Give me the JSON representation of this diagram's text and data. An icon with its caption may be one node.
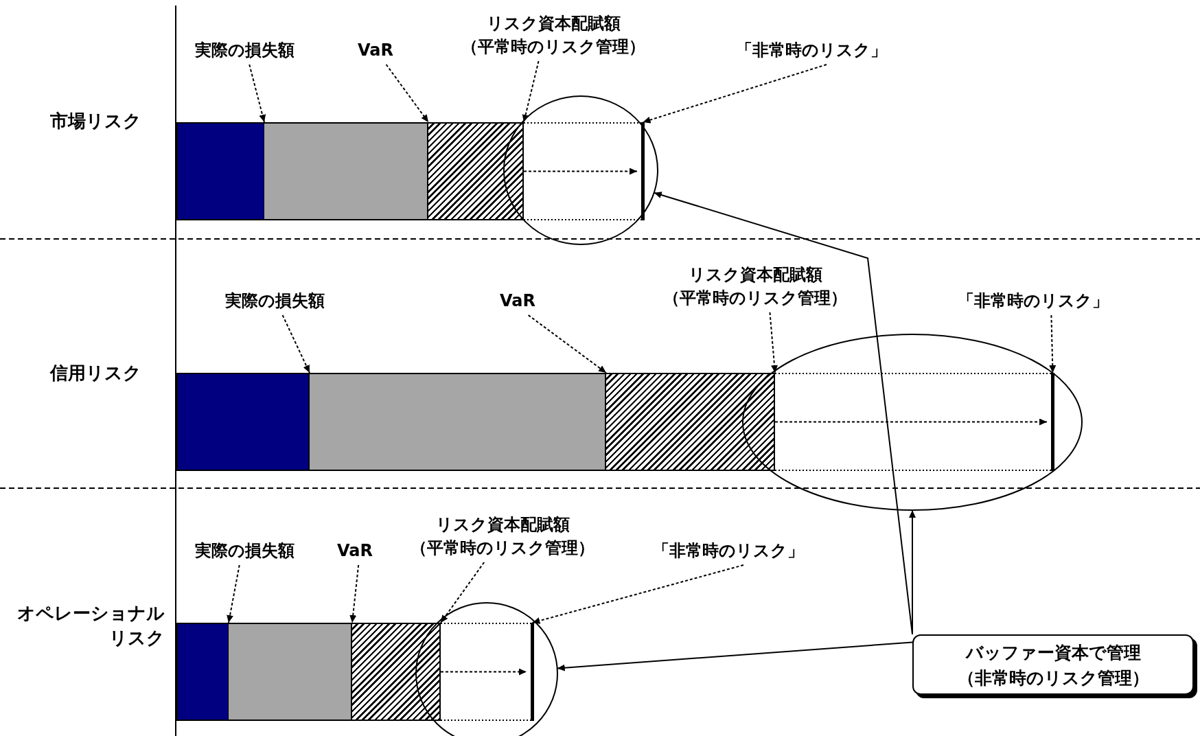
{
  "diagram": {
    "nodes": [
      {
        "text": [
          "実際の損失額"
        ]
      },
      {
        "text": [
          "VaR"
        ]
      },
      {
        "text": [
          "リスク資本配賦額",
          "（平常時のリスク管理）"
        ]
      },
      {
        "text": [
          "「非常時のリスク」"
        ]
      },
      {
        "text": [],
        "shape": "bar"
      },
      {
        "text": [],
        "shape": "bar"
      },
      {
        "text": [],
        "shape": "bar"
      },
      {
        "text": [],
        "shape": "bar",
        "in": 8
      },
      {
        "text": [],
        "shape": "circle"
      },
      {
        "text": [
          "実際の損失額"
        ]
      },
      {
        "text": [
          "VaR"
        ]
      },
      {
        "text": [
          "リスク資本配賦額",
          "（平常時のリスク管理）"
        ]
      },
      {
        "text": [
          "「非常時のリスク」"
        ]
      },
      {
        "text": [],
        "shape": "bar"
      },
      {
        "text": [],
        "shape": "bar"
      },
      {
        "text": [],
        "shape": "bar"
      },
      {
        "text": [],
        "shape": "bar",
        "in": 17
      },
      {
        "text": [],
        "shape": "circle"
      },
      {
        "text": [
          "実際の損失額"
        ]
      },
      {
        "text": [
          "VaR"
        ]
      },
      {
        "text": [
          "リスク資本配賦額",
          "（平常時のリスク管理）"
        ]
      },
      {
        "text": [
          "「非常時のリスク」"
        ]
      },
      {
        "text": [],
        "shape": "bar"
      },
      {
        "text": [],
        "shape": "bar"
      },
      {
        "text": [],
        "shape": "bar"
      },
      {
        "text": [],
        "shape": "bar",
        "in": 26
      },
      {
        "text": [],
        "shape": "circle"
      },
      {
        "text": [
          "バッファー資本で管理",
          "（非常時のリスク管理）"
        ]
      }
    ],
    "edges": [
      {
        "from": 0,
        "to": 4,
        "arrow": "to",
        "style": "dashed"
      },
      {
        "from": 1,
        "to": 5,
        "arrow": "to",
        "style": "dashed"
      },
      {
        "from": 2,
        "to": 6,
        "arrow": "to",
        "style": "dashed"
      },
      {
        "from": 3,
        "to": 7,
        "arrow": "to",
        "style": "dashed"
      },
      {
        "from": 6,
        "to": 7,
        "arrow": "to",
        "style": "dashed"
      },
      {
        "from": 9,
        "to": 13,
        "arrow": "to",
        "style": "dashed"
      },
      {
        "from": 10,
        "to": 14,
        "arrow": "to",
        "style": "dashed"
      },
      {
        "from": 11,
        "to": 15,
        "arrow": "to",
        "style": "dashed"
      },
      {
        "from": 12,
        "to": 16,
        "arrow": "to",
        "style": "dashed"
      },
      {
        "from": 15,
        "to": 16,
        "arrow": "to",
        "style": "dashed"
      },
      {
        "from": 18,
        "to": 22,
        "arrow": "to",
        "style": "dashed"
      },
      {
        "from": 19,
        "to": 23,
        "arrow": "to",
        "style": "dashed"
      },
      {
        "from": 20,
        "to": 24,
        "arrow": "to",
        "style": "dashed"
      },
      {
        "from": 21,
        "to": 25,
        "arrow": "to",
        "style": "dashed"
      },
      {
        "from": 24,
        "to": 25,
        "arrow": "to",
        "style": "dashed"
      },
      {
        "from": 27,
        "to": 8,
        "arrow": "to"
      },
      {
        "from": 27,
        "to": 17,
        "arrow": "to"
      },
      {
        "from": 27,
        "to": 26,
        "arrow": "to"
      }
    ],
    "labels": [
      "市場リスク",
      "信用リスク",
      "オペレーショナルリスク"
    ]
  }
}
